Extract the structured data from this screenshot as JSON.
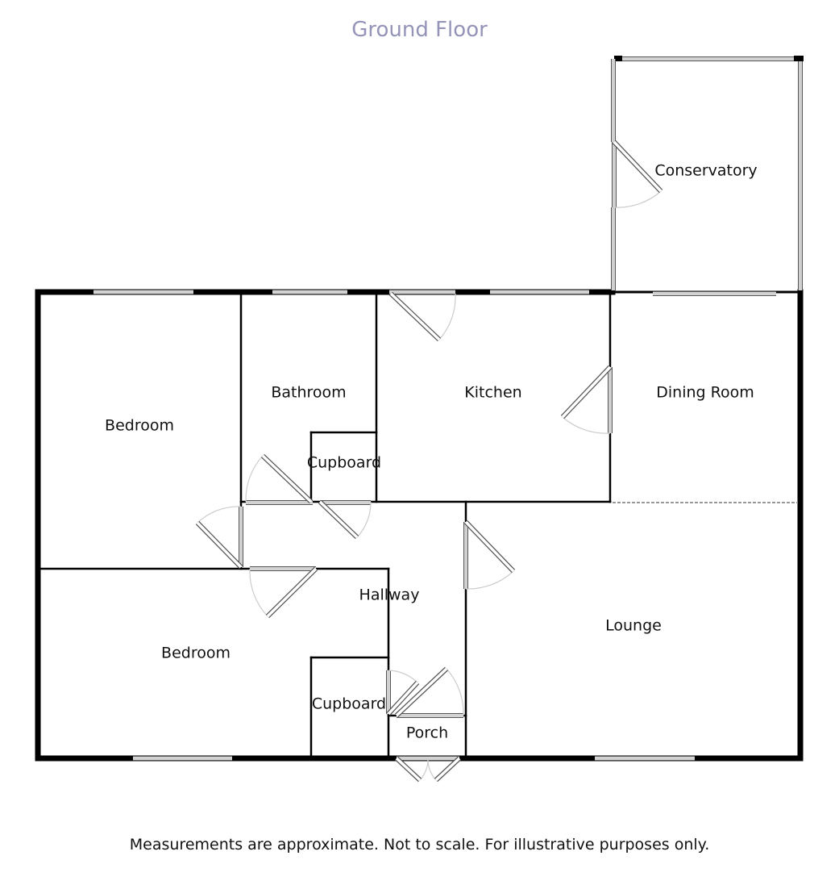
{
  "title": "Ground Floor",
  "disclaimer": "Measurements are approximate. Not to scale. For illustrative purposes only.",
  "rooms": {
    "conservatory": "Conservatory",
    "bedroom1": "Bedroom",
    "bathroom": "Bathroom",
    "kitchen": "Kitchen",
    "dining_room": "Dining Room",
    "cupboard1": "Cupboard",
    "hallway": "Hallway",
    "lounge": "Lounge",
    "bedroom2": "Bedroom",
    "cupboard2": "Cupboard",
    "porch": "Porch"
  },
  "colors": {
    "title": "#9494b8",
    "walls": "#000000"
  }
}
